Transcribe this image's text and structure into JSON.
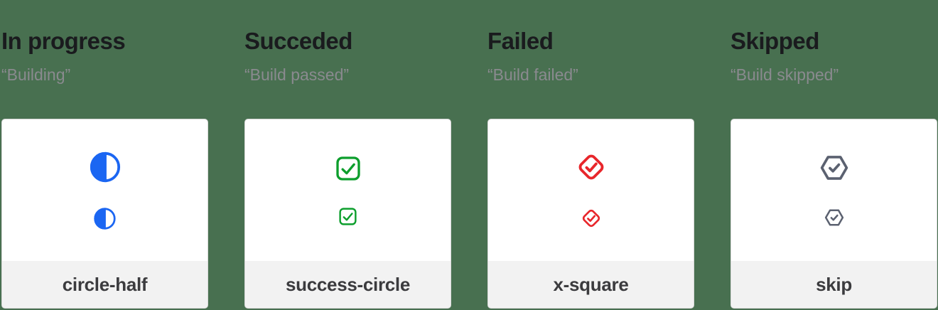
{
  "page": {
    "background_color": "#487050",
    "card_background": "#FFFFFF",
    "card_border_color": "#D8D8D8",
    "card_footer_background": "#F2F2F2"
  },
  "columns": [
    {
      "title": "In progress",
      "subtitle": "“Building”",
      "icon": "circle-half-icon",
      "icon_color": "#1B66F2",
      "label": "circle-half"
    },
    {
      "title": "Succeded",
      "subtitle": "“Build passed”",
      "icon": "square-check-icon",
      "icon_color": "#0C9E2C",
      "label": "success-circle"
    },
    {
      "title": "Failed",
      "subtitle": "“Build failed”",
      "icon": "diamond-check-icon",
      "icon_color": "#E8262B",
      "label": "x-square"
    },
    {
      "title": "Skipped",
      "subtitle": "“Build skipped”",
      "icon": "hexagon-check-icon",
      "icon_color": "#5B6170",
      "label": "skip"
    }
  ]
}
